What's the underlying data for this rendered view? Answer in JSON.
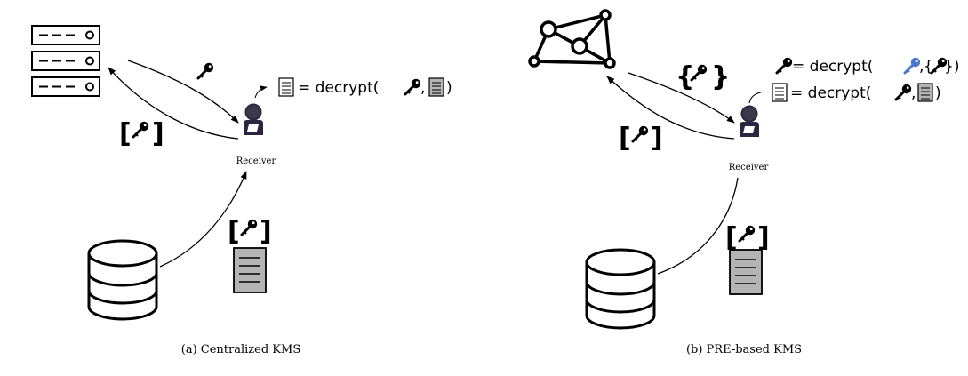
{
  "diagrams": [
    {
      "caption": "(a) Centralized KMS",
      "receiver_label": "Receiver",
      "equation": {
        "prefix": "= decrypt(",
        "sep": ",",
        "suffix": ")"
      }
    },
    {
      "caption": "(b) PRE-based KMS",
      "receiver_label": "Receiver",
      "equation_key": {
        "prefix": "= decrypt(",
        "sep": ",",
        "suffix": ")"
      },
      "equation_doc": {
        "prefix": "= decrypt(",
        "sep": ",",
        "suffix": ")"
      }
    }
  ],
  "icons": {
    "key": "key-icon",
    "blue_key": "blue-key-icon",
    "document": "document-icon",
    "server": "server-stack-icon",
    "database": "database-icon",
    "network": "network-graph-icon",
    "receiver": "user-icon"
  },
  "colors": {
    "receiver_body": "#2d2540",
    "receiver_head": "#3a3a4a",
    "encrypted_doc": "#b4b4b4",
    "blue_key": "#4a78c8"
  }
}
